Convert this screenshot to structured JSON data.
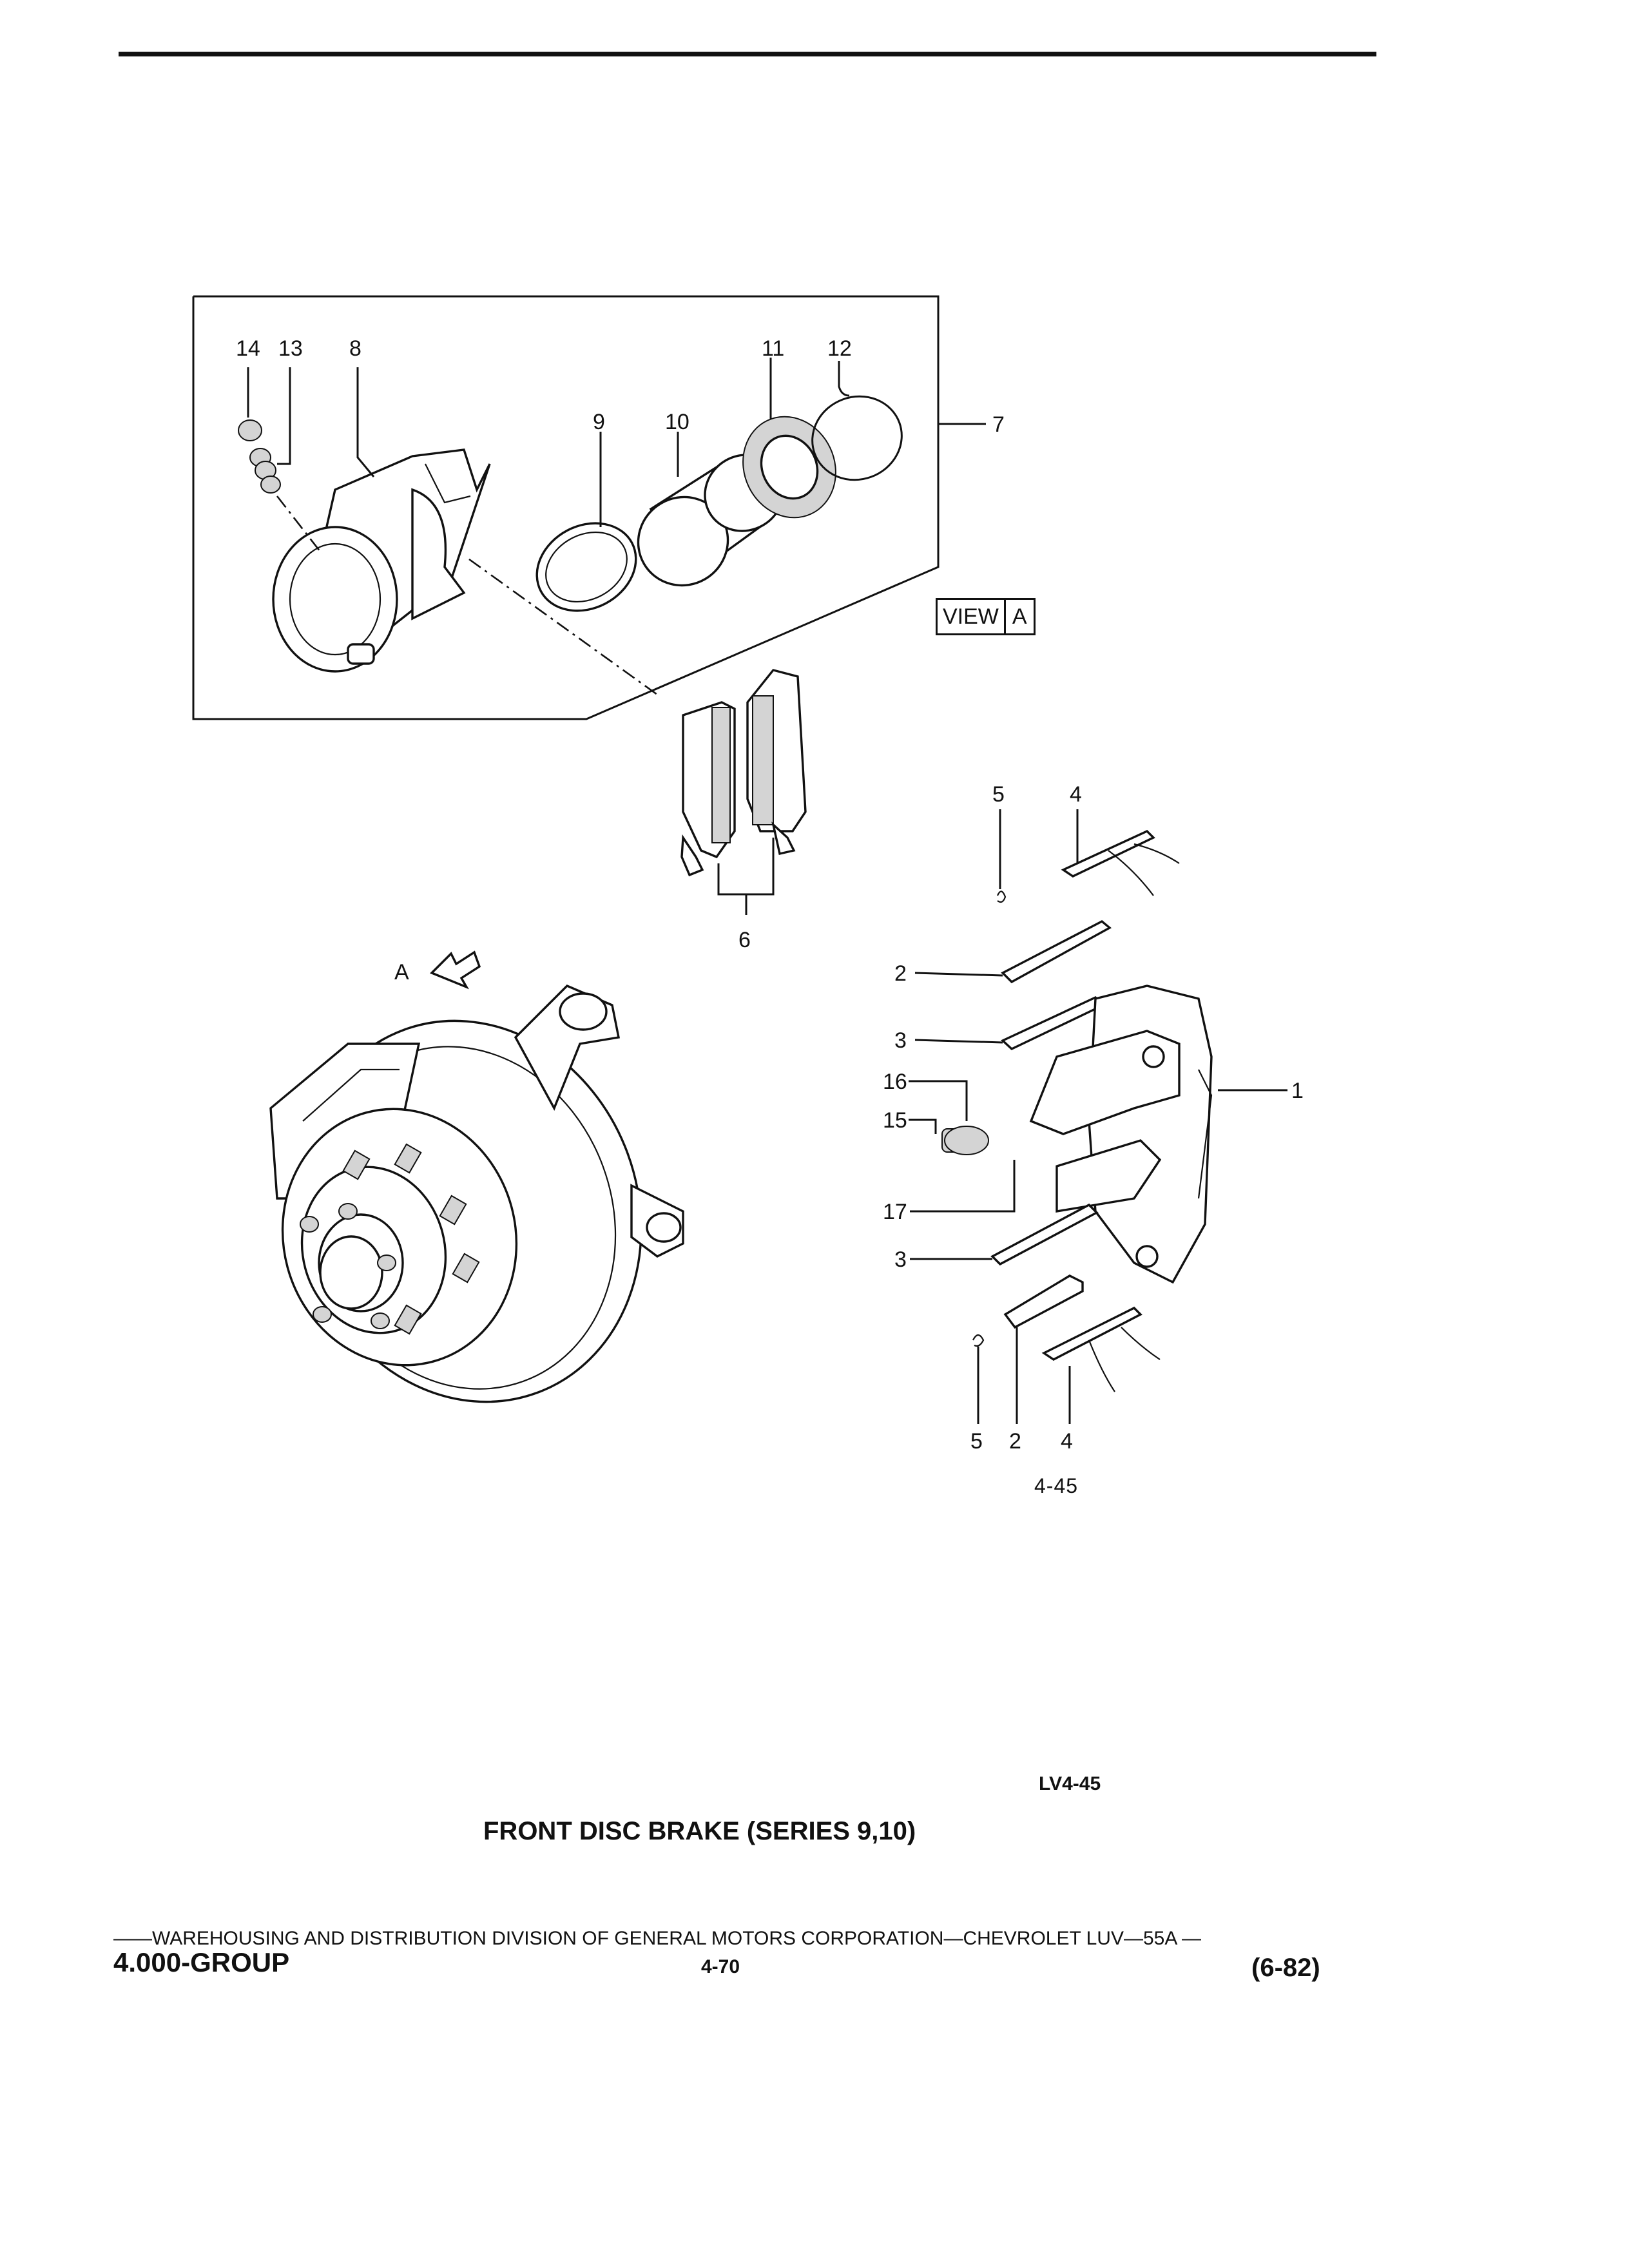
{
  "diagram": {
    "view_label": {
      "word": "VIEW",
      "letter": "A"
    },
    "arrow_letter": "A",
    "callouts": {
      "c14": "14",
      "c13": "13",
      "c8": "8",
      "c11": "11",
      "c12": "12",
      "c9": "9",
      "c10": "10",
      "c7": "7",
      "c6": "6",
      "c5_top": "5",
      "c4_top": "4",
      "c2_top": "2",
      "c3_top": "3",
      "c16": "16",
      "c15": "15",
      "c17": "17",
      "c3_bottom": "3",
      "c1": "1",
      "c5_bottom": "5",
      "c2_bottom": "2",
      "c4_bottom": "4"
    },
    "figure_id": "4-45",
    "ref_code": "LV4-45"
  },
  "title": "FRONT DISC BRAKE (SERIES 9,10)",
  "footer": {
    "line": "——WAREHOUSING AND DISTRIBUTION  DIVISION OF GENERAL MOTORS CORPORATION—CHEVROLET LUV—55A  —",
    "group": "4.000-GROUP",
    "page_number": "4-70",
    "edition": "(6-82)"
  }
}
